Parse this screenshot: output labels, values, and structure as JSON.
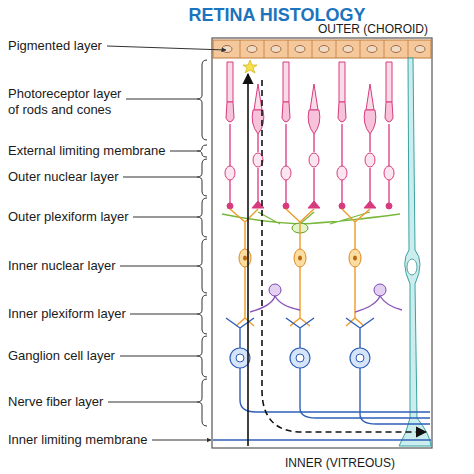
{
  "diagram": {
    "title": "RETINA HISTOLOGY",
    "labels": [
      "OUTER (CHOROID)",
      "Pigmented layer",
      "Photoreceptor layer of rods and cones",
      "External limiting membrane",
      "Outer nuclear layer",
      "Outer plexiform layer",
      "Inner nuclear layer",
      "Inner plexiform layer",
      "Ganglion cell layer",
      "Nerve fiber layer",
      "Inner limiting membrane",
      "INNER (VITREOUS)"
    ]
  }
}
